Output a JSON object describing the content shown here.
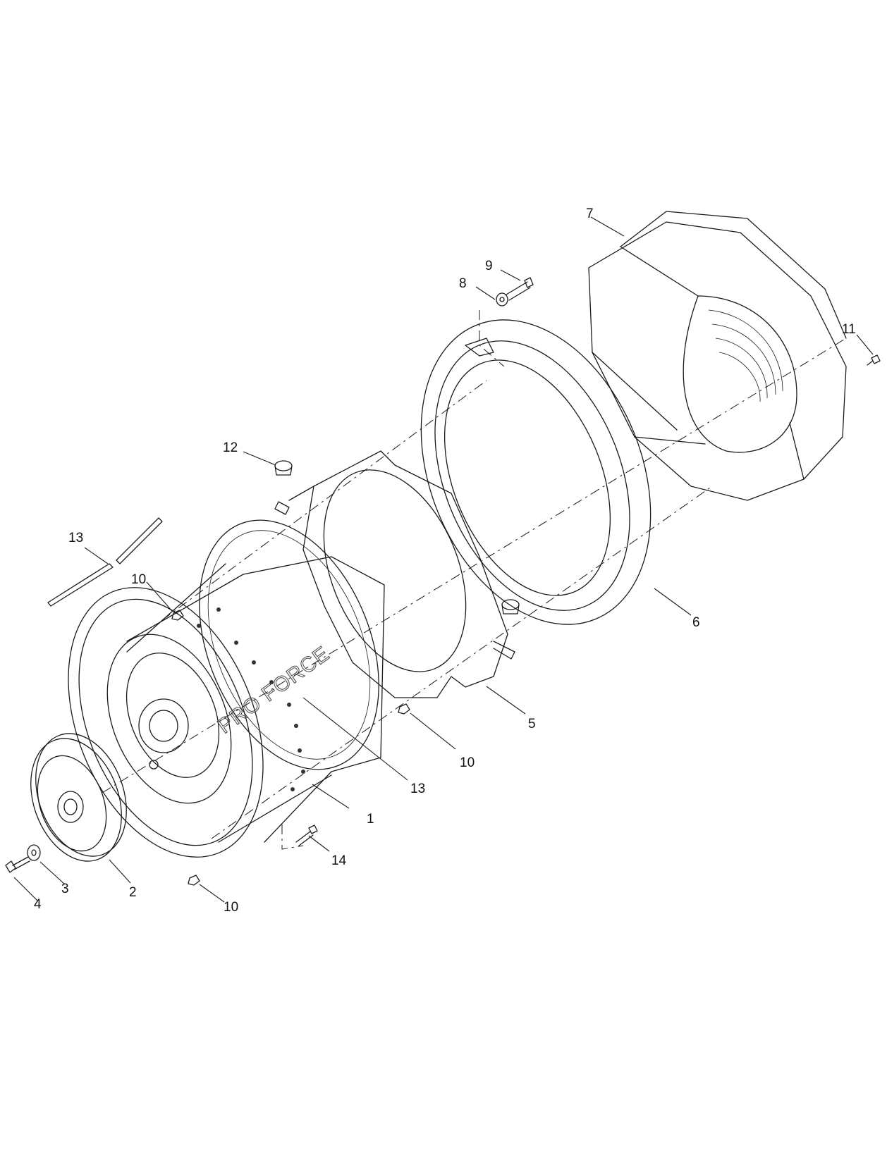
{
  "diagram": {
    "logo_text": "PRO FORCE",
    "callouts": [
      {
        "id": "c1",
        "text": "1"
      },
      {
        "id": "c2",
        "text": "2"
      },
      {
        "id": "c3",
        "text": "3"
      },
      {
        "id": "c4",
        "text": "4"
      },
      {
        "id": "c5",
        "text": "5"
      },
      {
        "id": "c6",
        "text": "6"
      },
      {
        "id": "c7",
        "text": "7"
      },
      {
        "id": "c8",
        "text": "8"
      },
      {
        "id": "c9",
        "text": "9"
      },
      {
        "id": "c10a",
        "text": "10"
      },
      {
        "id": "c10b",
        "text": "10"
      },
      {
        "id": "c10c",
        "text": "10"
      },
      {
        "id": "c11",
        "text": "11"
      },
      {
        "id": "c12",
        "text": "12"
      },
      {
        "id": "c13a",
        "text": "13"
      },
      {
        "id": "c13b",
        "text": "13"
      },
      {
        "id": "c14",
        "text": "14"
      }
    ]
  }
}
